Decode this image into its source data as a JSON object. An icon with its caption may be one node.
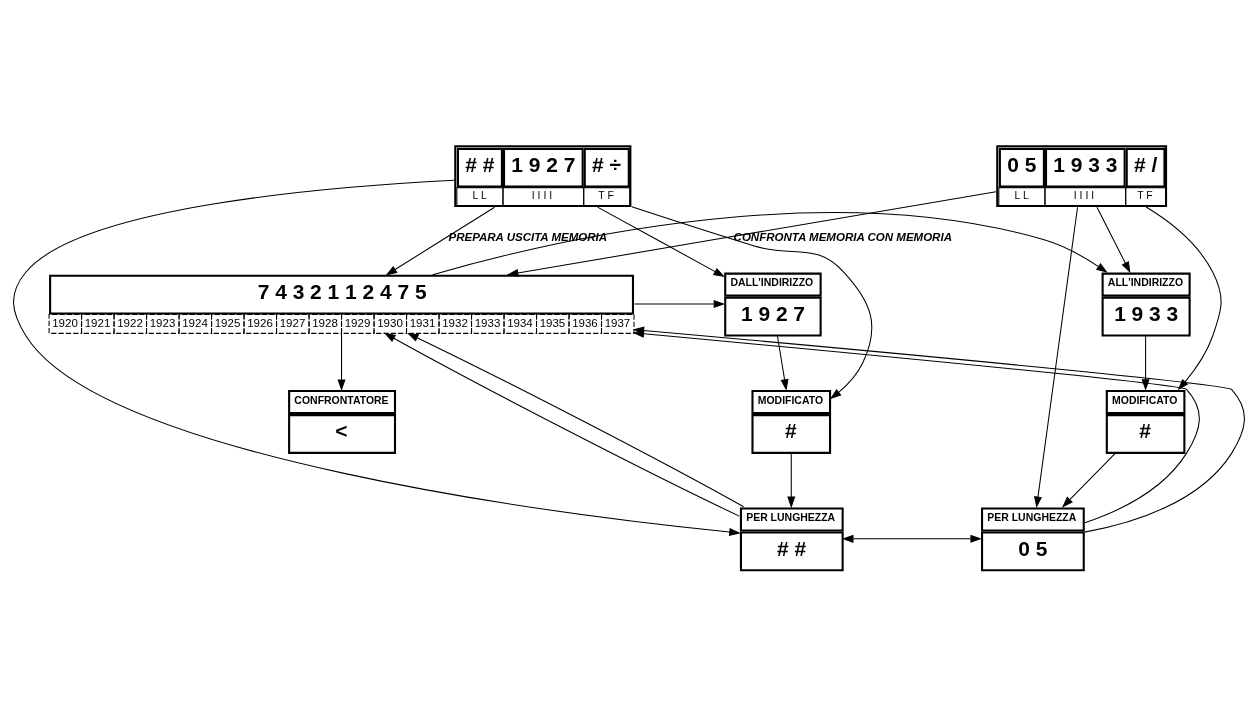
{
  "diagram": {
    "nodes": [
      {
        "text": [
          "# #",
          "1 9 2 7",
          "# ÷",
          "L L",
          "I I I I",
          "T F"
        ]
      },
      {
        "text": [
          "0 5",
          "1 9 3 3",
          "# /",
          "L L",
          "I I I I",
          "T F"
        ]
      },
      {
        "text": [
          "7 4 3 2 1 1 2 4 7 5",
          "1920",
          "1921",
          "1922",
          "1923",
          "1924",
          "1925",
          "1926",
          "1927",
          "1928",
          "1929",
          "1930",
          "1931",
          "1932",
          "1933",
          "1934",
          "1935",
          "1936",
          "1937"
        ]
      },
      {
        "text": [
          "DALL'INDIRIZZO",
          "1 9 2 7"
        ]
      },
      {
        "text": [
          "MODIFICATO",
          "#"
        ]
      },
      {
        "text": [
          "PER LUNGHEZZA",
          "# #"
        ]
      },
      {
        "text": [
          "ALL'INDIRIZZO",
          "1 9 3 3"
        ]
      },
      {
        "text": [
          "MODIFICATO",
          "#"
        ]
      },
      {
        "text": [
          "PER LUNGHEZZA",
          "0 5"
        ]
      },
      {
        "text": [
          "CONFRONTATORE",
          "<"
        ]
      }
    ],
    "edges": [
      {
        "from": 0,
        "to": 2,
        "arrow": "to",
        "label": "PREPARA USCITA MEMORIA"
      },
      {
        "from": 1,
        "to": 2,
        "arrow": "to",
        "label": "CONFRONTA MEMORIA CON MEMORIA"
      },
      {
        "from": 0,
        "to": 3,
        "arrow": "to"
      },
      {
        "from": 0,
        "to": 4,
        "arrow": "to"
      },
      {
        "from": 0,
        "to": 5,
        "arrow": "to"
      },
      {
        "from": 2,
        "to": 3,
        "arrow": "to"
      },
      {
        "from": 3,
        "to": 4,
        "arrow": "to"
      },
      {
        "from": 4,
        "to": 5,
        "arrow": "to"
      },
      {
        "from": 1,
        "to": 6,
        "arrow": "to"
      },
      {
        "from": 1,
        "to": 7,
        "arrow": "to"
      },
      {
        "from": 1,
        "to": 8,
        "arrow": "to"
      },
      {
        "from": 2,
        "to": 6,
        "arrow": "to"
      },
      {
        "from": 6,
        "to": 7,
        "arrow": "to"
      },
      {
        "from": 7,
        "to": 8,
        "arrow": "to"
      },
      {
        "from": 5,
        "to": 2,
        "arrow": "to"
      },
      {
        "from": 5,
        "to": 2,
        "arrow": "to"
      },
      {
        "from": 8,
        "to": 2,
        "arrow": "to"
      },
      {
        "from": 8,
        "to": 2,
        "arrow": "to"
      },
      {
        "from": 5,
        "to": 8,
        "arrow": "both"
      },
      {
        "from": 2,
        "to": 9,
        "arrow": "to"
      }
    ]
  }
}
